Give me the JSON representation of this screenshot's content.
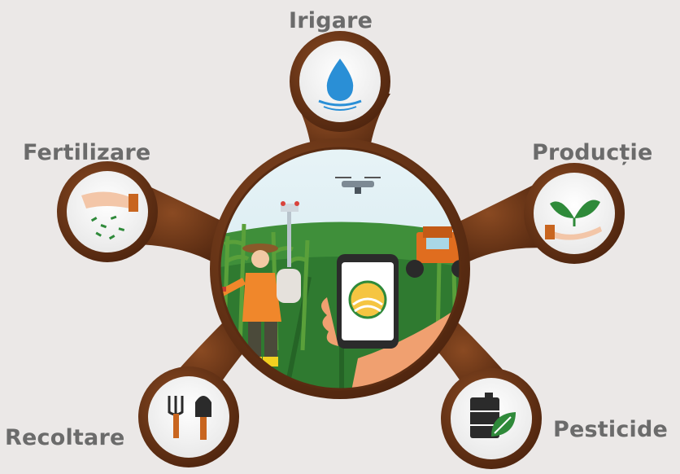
{
  "nodes": {
    "irigare": {
      "label": "Irigare",
      "icon": "water-drop-icon"
    },
    "fertilizare": {
      "label": "Fertilizare",
      "icon": "fertilizer-hand-icon"
    },
    "productie": {
      "label": "Producție",
      "icon": "plant-in-hand-icon"
    },
    "recoltare": {
      "label": "Recoltare",
      "icon": "harvest-tools-icon"
    },
    "pesticide": {
      "label": "Pesticide",
      "icon": "pesticide-barrels-icon"
    }
  },
  "center": {
    "scene": "smart-farming-scene"
  },
  "colors": {
    "background": "#ebe8e7",
    "wood": "#5a2c12",
    "wood_light": "#8a4a22",
    "label": "#6b6b6b",
    "icon_blue": "#2a8fd6",
    "icon_green": "#2f8a3a",
    "icon_orange": "#c8651f"
  }
}
